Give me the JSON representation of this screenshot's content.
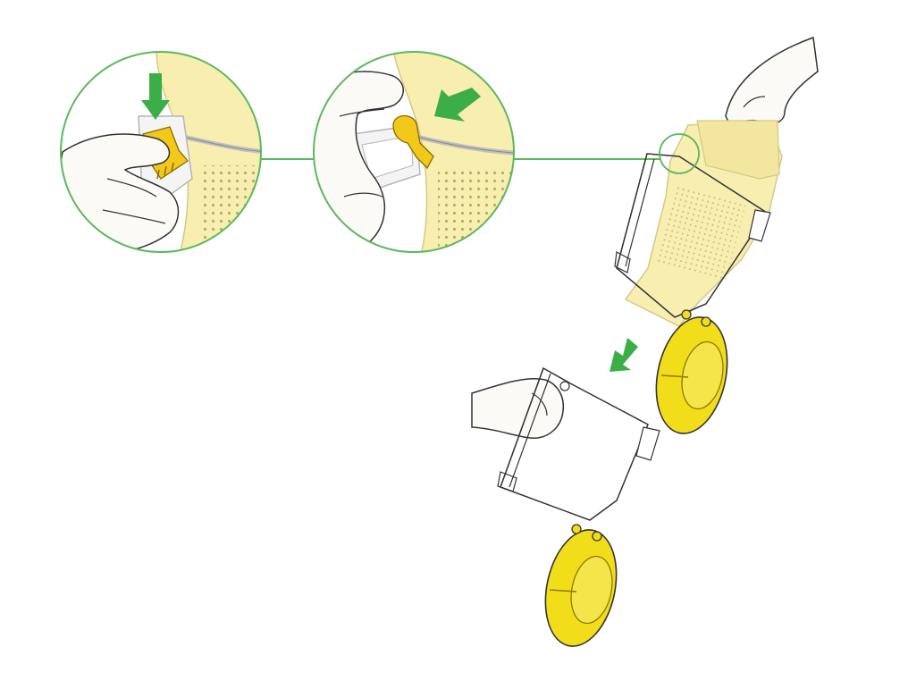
{
  "illustration": {
    "steps": [
      {
        "id": "press-catch",
        "arrow": "down"
      },
      {
        "id": "lift-catch",
        "arrow": "down-left"
      },
      {
        "id": "release-bin",
        "arrow": "down-left"
      }
    ]
  },
  "colors": {
    "accent_green": "#3cae47",
    "callout_stroke": "#5cb85c",
    "bin_yellow": "#f2dd1a",
    "bin_yellow_dark": "#c9b20a",
    "body_pale_yellow": "#f7eeb0",
    "skin": "#fcfaf7",
    "outline": "#222222"
  },
  "icons": [
    "press-down-arrow-icon",
    "lift-arrow-icon",
    "remove-arrow-icon",
    "hand-icon"
  ]
}
